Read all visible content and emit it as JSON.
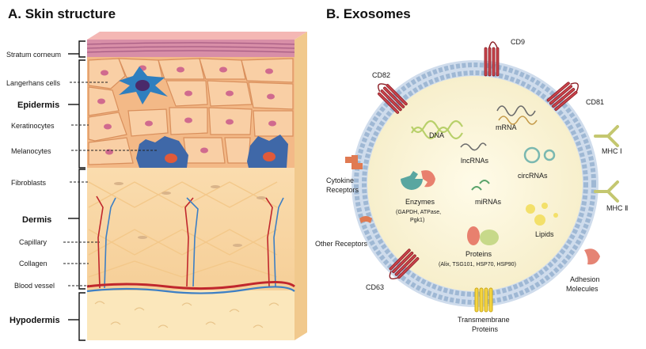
{
  "panel_a": {
    "title": "A.  Skin structure",
    "labels": {
      "stratum_corneum": "Stratum corneum",
      "langerhans": "Langerhans cells",
      "epidermis": "Epidermis",
      "keratinocytes": "Keratinocytes",
      "melanocytes": "Melanocytes",
      "fibroblasts": "Fibroblasts",
      "dermis": "Dermis",
      "capillary": "Capillary",
      "collagen": "Collagen",
      "blood_vessel": "Blood vessel",
      "hypodermis": "Hypodermis"
    }
  },
  "panel_b": {
    "title": "B.   Exosomes",
    "labels": {
      "cd9": "CD9",
      "cd82": "CD82",
      "cd81": "CD81",
      "mhc1": "MHC Ⅰ",
      "mhc2": "MHC Ⅱ",
      "cytokine1": "Cytokine",
      "cytokine2": "Receptors",
      "other_receptors": "Other Receptors",
      "cd63": "CD63",
      "adhesion1": "Adhesion",
      "adhesion2": "Molecules",
      "transmembrane1": "Transmembrane",
      "transmembrane2": "Proteins",
      "dna": "DNA",
      "mrna": "mRNA",
      "lncrnas": "lncRNAs",
      "circrnas": "circRNAs",
      "mirnas": "miRNAs",
      "enzymes": "Enzymes",
      "enzymes_sub1": "(GAPDH, ATPase,",
      "enzymes_sub2": "Pgk1)",
      "proteins": "Proteins",
      "proteins_sub": "(Alix, TSG101, HSP70, HSP90)",
      "lipids": "Lipids"
    }
  },
  "colors": {
    "epidermis_cell": "#f6c79a",
    "langerhans": "#2b6fb0",
    "dermis": "#f8d9a8",
    "hypodermis": "#fbe6b8",
    "vessel_red": "#c0272d",
    "vessel_blue": "#3d7fc4",
    "exosome_fill": "#fbf5dc",
    "membrane": "#9dbad6",
    "cd_red": "#c9424a"
  }
}
